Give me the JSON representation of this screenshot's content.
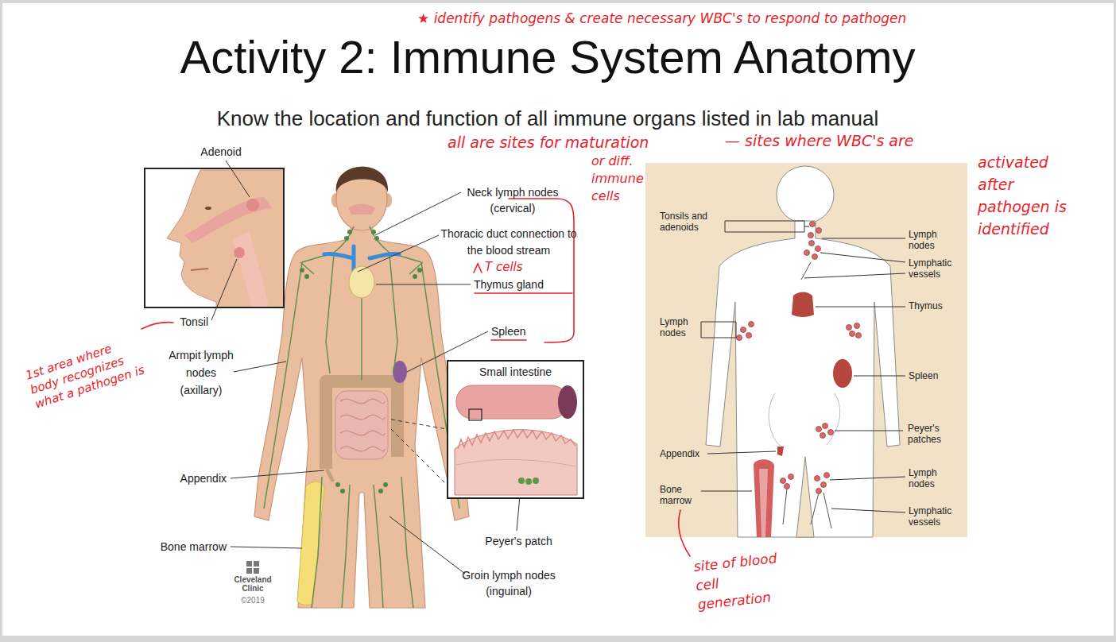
{
  "diagram": {
    "title": "Activity 2: Immune System Anatomy",
    "nodes": [
      {
        "text": [
          "Small intestine"
        ]
      }
    ],
    "labels": [
      "Know the location and function of all immune organs listed in lab manual",
      "Adenoid",
      "Tonsil",
      "Armpit lymph nodes (axillary)",
      "Appendix",
      "Bone marrow",
      "Neck lymph nodes (cervical)",
      "Thoracic duct connection to the blood stream",
      "Thymus gland",
      "Spleen",
      "Peyer's patch",
      "Groin lymph nodes (inguinal)",
      "Cleveland Clinic",
      "©2019",
      "Tonsils and adenoids",
      "Lymph nodes",
      "Lymphatic vessels",
      "Thymus",
      "Lymph nodes",
      "Spleen",
      "Peyer's patches",
      "Appendix",
      "Bone marrow",
      "Lymph nodes",
      "Lymphatic vessels",
      "★ identify pathogens & create necessary WBC's to respond to pathogen",
      "all are sites for maturation",
      "or diff. immune cells",
      "— sites where WBC's are",
      "activated after pathogen is identified",
      "T cells",
      "1st area where body recognizes what a pathogen is",
      "site of blood cell generation"
    ]
  }
}
